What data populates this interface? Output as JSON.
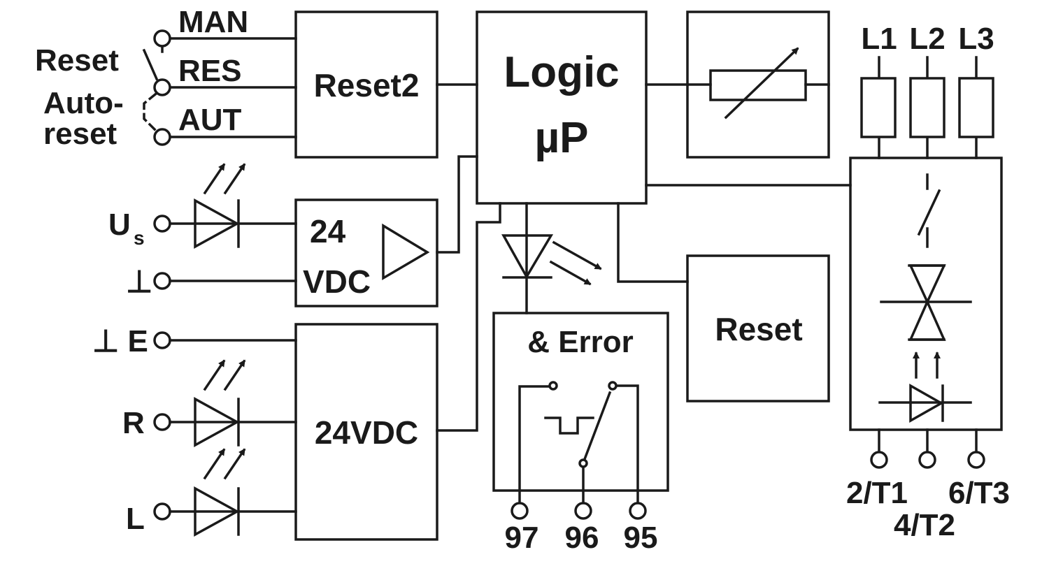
{
  "left_terminals": {
    "man": "MAN",
    "res": "RES",
    "aut": "AUT",
    "reset_switch": "Reset",
    "auto_reset_1": "Auto-",
    "auto_reset_2": "reset",
    "us_main": "U",
    "us_sub": "s",
    "ground": "⊥",
    "ground_e": "⊥ E",
    "r": "R",
    "l": "L"
  },
  "blocks": {
    "reset2": "Reset2",
    "logic_1": "Logic",
    "logic_2": "µP",
    "supply_1": "24",
    "supply_2": "VDC",
    "supply_24vdc": "24VDC",
    "error": "& Error",
    "reset": "Reset"
  },
  "bottom_terminals": [
    "97",
    "96",
    "95"
  ],
  "phase_inputs": [
    "L1",
    "L2",
    "L3"
  ],
  "phase_outputs": [
    "2/T1",
    "4/T2",
    "6/T3"
  ]
}
